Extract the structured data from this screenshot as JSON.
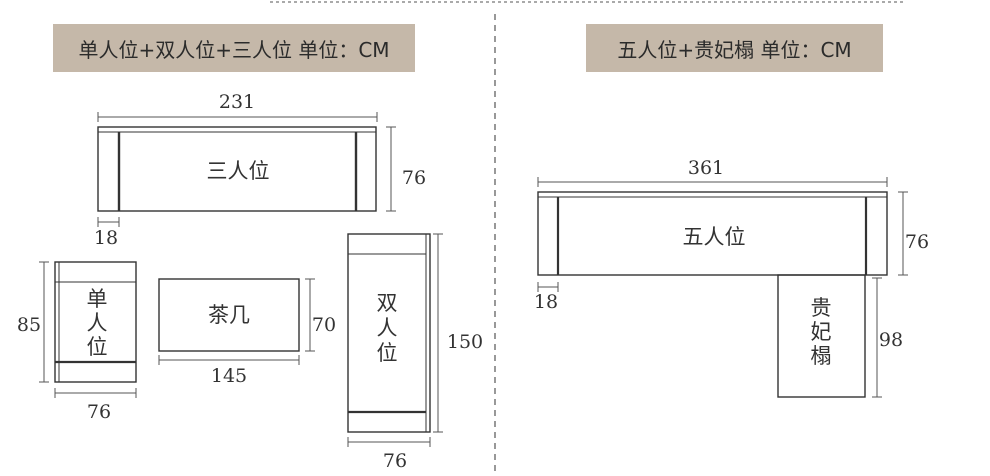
{
  "titles": {
    "left": "单人位+双人位+三人位  单位：CM",
    "right": "五人位+贵妃榻  单位：CM"
  },
  "left_diagram": {
    "three_seat": {
      "label": "三人位",
      "width": "231",
      "depth": "76",
      "arm": "18"
    },
    "single_seat": {
      "label_chars": [
        "单",
        "人",
        "位"
      ],
      "depth": "85",
      "width": "76"
    },
    "coffee_table": {
      "label": "茶几",
      "width": "145",
      "depth": "70"
    },
    "double_seat": {
      "label_chars": [
        "双",
        "人",
        "位"
      ],
      "length": "150",
      "width": "76"
    }
  },
  "right_diagram": {
    "five_seat": {
      "label": "五人位",
      "width": "361",
      "depth": "76",
      "arm": "18"
    },
    "chaise": {
      "label_chars": [
        "贵",
        "妃",
        "榻"
      ],
      "length": "98"
    }
  }
}
